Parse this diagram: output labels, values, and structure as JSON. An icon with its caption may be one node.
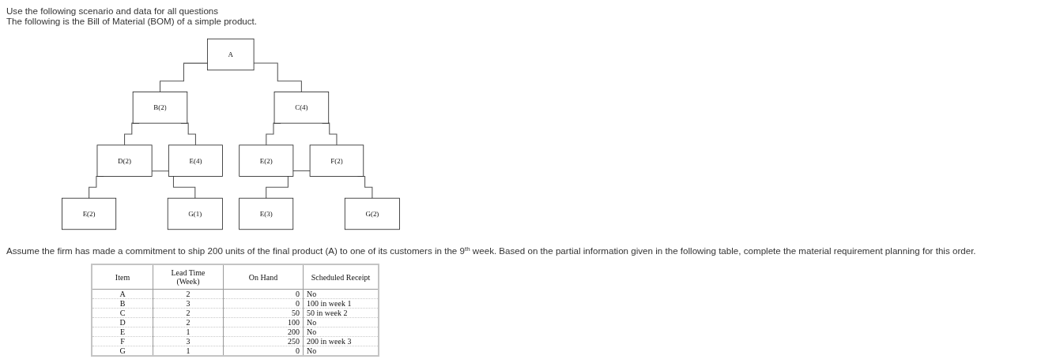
{
  "diagram": {
    "nodes": [
      {
        "text": [
          "A"
        ]
      },
      {
        "text": [
          "B(2)"
        ]
      },
      {
        "text": [
          "C(4)"
        ]
      },
      {
        "text": [
          "D(2)"
        ]
      },
      {
        "text": [
          "E(4)"
        ]
      },
      {
        "text": [
          "E(2)"
        ]
      },
      {
        "text": [
          "F(2)"
        ]
      },
      {
        "text": [
          "E(2)"
        ]
      },
      {
        "text": [
          "G(1)"
        ]
      },
      {
        "text": [
          "E(3)"
        ]
      },
      {
        "text": [
          "G(2)"
        ]
      }
    ],
    "edges": [
      {
        "from": 0,
        "to": 1,
        "arrow": "none"
      },
      {
        "from": 0,
        "to": 2,
        "arrow": "none"
      },
      {
        "from": 1,
        "to": 3,
        "arrow": "none"
      },
      {
        "from": 1,
        "to": 4,
        "arrow": "none"
      },
      {
        "from": 2,
        "to": 5,
        "arrow": "none"
      },
      {
        "from": 2,
        "to": 6,
        "arrow": "none"
      },
      {
        "from": 3,
        "to": 7,
        "arrow": "none"
      },
      {
        "from": 3,
        "to": 8,
        "arrow": "none"
      },
      {
        "from": 6,
        "to": 9,
        "arrow": "none"
      },
      {
        "from": 6,
        "to": 10,
        "arrow": "none"
      }
    ],
    "labels": [
      "Use the following scenario and data for all questions",
      "The following is the Bill of Material (BOM) of a simple product.",
      "Assume the firm has made a commitment to ship 200 units of the final product (A) to one of its customers in the 9$^{th}$ week. Based on the partial information given in the following table, complete the material requirement planning for this order.",
      "Item",
      "Lead Time (Week)",
      "On Hand",
      "Scheduled Receipt",
      "A",
      "2",
      "0",
      "No",
      "B",
      "3",
      "0",
      "100 in week 1",
      "C",
      "2",
      "50",
      "50 in week 2",
      "D",
      "2",
      "100",
      "No",
      "E",
      "1",
      "200",
      "No",
      "F",
      "3",
      "250",
      "200 in week 3",
      "G",
      "1",
      "0",
      "No"
    ]
  }
}
